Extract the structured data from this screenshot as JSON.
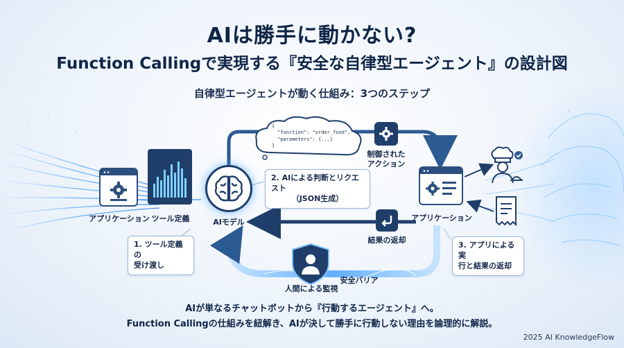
{
  "title_line1": "AIは勝手に動かない?",
  "title_line2": "Function Callingで実現する『安全な自律型エージェント』の設計図",
  "subtitle": "自律型エージェントが動く仕組み：3つのステップ",
  "labels": {
    "app_left": "アプリケーション",
    "tool_def": "ツール定義",
    "ai_model": "AIモデル",
    "controlled_action_1": "制御された",
    "controlled_action_2": "アクション",
    "app_right": "アプリケーション",
    "return_result": "結果の返却",
    "human_monitor": "人間による監視",
    "safety_barrier": "安全バリア"
  },
  "steps": {
    "step1_line1": "1. ツール定義の",
    "step1_line2": "受け渡し",
    "step2_line1": "2. AIによる判断とリクエスト",
    "step2_line2": "（JSON生成）",
    "step3_line1": "3. アプリによる実",
    "step3_line2": "行と結果の返却"
  },
  "json_bubble": {
    "line1": "{",
    "line2": "\"function\": \"order_food\",",
    "line3": "\"parameters\": {...}",
    "line4": "}"
  },
  "footer_line1": "AIが単なるチャットボットから『行動するエージェント』へ。",
  "footer_line2": "Function Callingの仕組みを紐解き、AIが決して勝手に行動しない理由を論理的に解説。",
  "copyright": "2025 AI KnowledgeFlow",
  "colors": {
    "navy": "#1f3e6a",
    "glow": "#6fb8ff",
    "text": "#0f2547"
  },
  "icons": [
    "gear-icon",
    "bar-chart-icon",
    "brain-icon",
    "return-arrow-icon",
    "chef-icon",
    "receipt-icon",
    "person-icon",
    "shield-icon",
    "cloud-icon",
    "document-icon"
  ]
}
